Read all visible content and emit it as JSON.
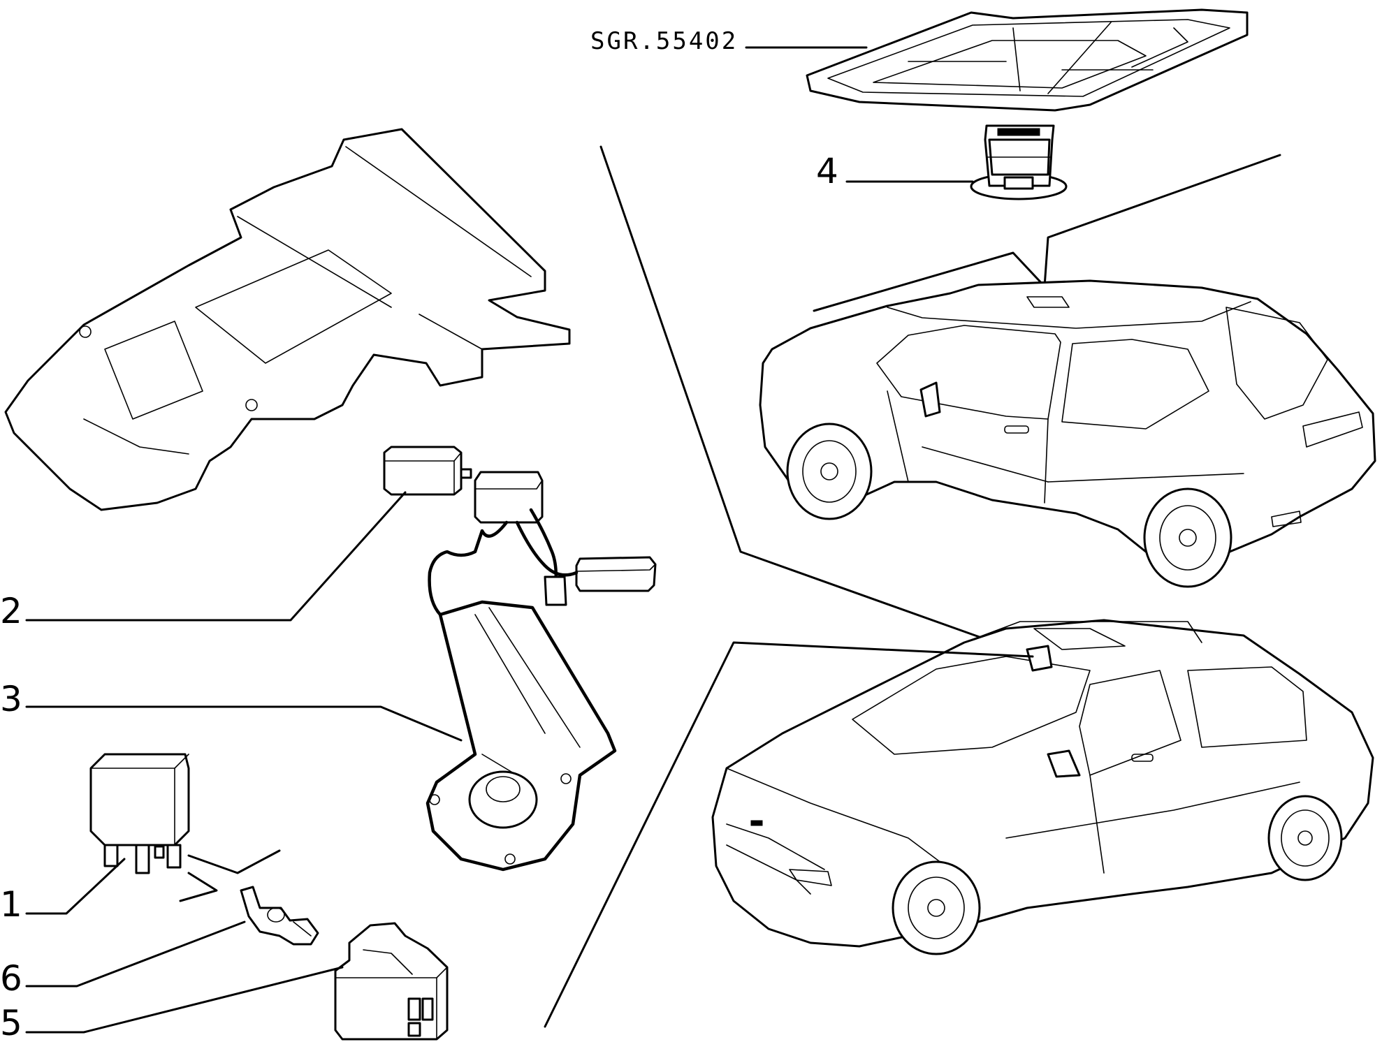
{
  "diagram": {
    "code": "SGR.55402",
    "callouts": [
      "1",
      "2",
      "3",
      "4",
      "5",
      "6"
    ]
  },
  "colors": {
    "line": "#000000",
    "background": "#ffffff"
  }
}
